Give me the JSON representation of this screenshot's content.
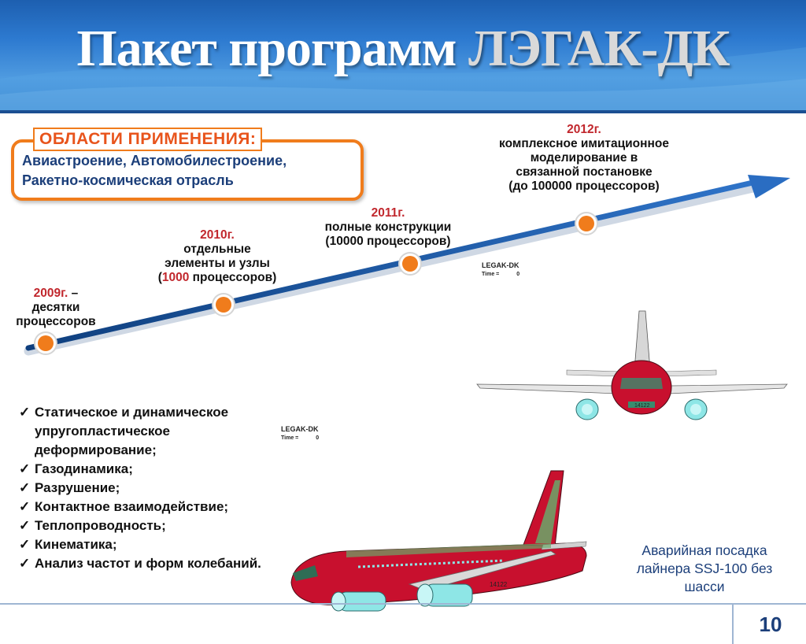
{
  "title": {
    "part1": "Пакет программ",
    "part2": "ЛЭГАК-ДК"
  },
  "areas": {
    "heading": "ОБЛАСТИ ПРИМЕНЕНИЯ:",
    "line1": "Авиастроение, Автомобилестроение,",
    "line2": "Ракетно-космическая отрасль"
  },
  "milestones": [
    {
      "year": "2009г.",
      "after_year": " –",
      "lines": [
        "десятки",
        "процессоров"
      ]
    },
    {
      "year": "2010г.",
      "lines": [
        "отдельные",
        "элементы и узлы"
      ],
      "paren_open": "(",
      "count": "1000",
      "paren_rest": " процессоров)"
    },
    {
      "year": "2011г.",
      "lines": [
        "полные конструкции",
        "(10000 процессоров)"
      ]
    },
    {
      "year": "2012г.",
      "lines": [
        "комплексное имитационное",
        "моделирование в",
        "связанной постановке",
        "(до 100000 процессоров)"
      ]
    }
  ],
  "capabilities": [
    "Статическое и динамическое упругопластическое деформирование;",
    "Газодинамика;",
    "Разрушение;",
    "Контактное взаимодействие;",
    "Теплопроводность;",
    "Кинематика;",
    "Анализ частот и форм колебаний."
  ],
  "check_symbol": "✓",
  "sim1": {
    "name": "LEGAK-DK",
    "time_label": "Time =",
    "time_value": "0",
    "model_id": "14122"
  },
  "sim2": {
    "name": "LEGAK-DK",
    "time_label": "Time =",
    "time_value": "0",
    "model_id": "14122"
  },
  "caption": "Аварийная посадка лайнера SSJ-100 без шасси",
  "page_number": "10",
  "colors": {
    "accent_orange": "#f07c1c",
    "year_red": "#c1272d",
    "navy": "#1c3f7a",
    "plane_red": "#c8102e"
  }
}
